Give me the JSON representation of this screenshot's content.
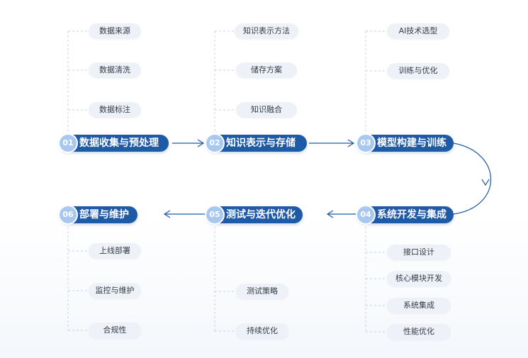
{
  "stages": [
    {
      "num": "01",
      "label": "数据收集与预处理"
    },
    {
      "num": "02",
      "label": "知识表示与存储"
    },
    {
      "num": "03",
      "label": "模型构建与训练"
    },
    {
      "num": "04",
      "label": "系统开发与集成"
    },
    {
      "num": "05",
      "label": "测试与迭代优化"
    },
    {
      "num": "06",
      "label": "部署与维护"
    }
  ],
  "substeps": {
    "s1": [
      "数据来源",
      "数据清洗",
      "数据标注"
    ],
    "s2": [
      "知识表示方法",
      "储存方案",
      "知识融合"
    ],
    "s3": [
      "AI技术选型",
      "训练与优化"
    ],
    "s4": [
      "接口设计",
      "核心模块开发",
      "系统集成",
      "性能优化"
    ],
    "s5": [
      "测试策略",
      "持续优化"
    ],
    "s6": [
      "上线部署",
      "监控与维护",
      "合规性"
    ]
  },
  "colors": {
    "stage": "#1f5aa6",
    "badge": "#a9c8ef",
    "connector": "#1f5aa6",
    "dashed": "#bfd0e6",
    "pill": "#eef2f8"
  }
}
